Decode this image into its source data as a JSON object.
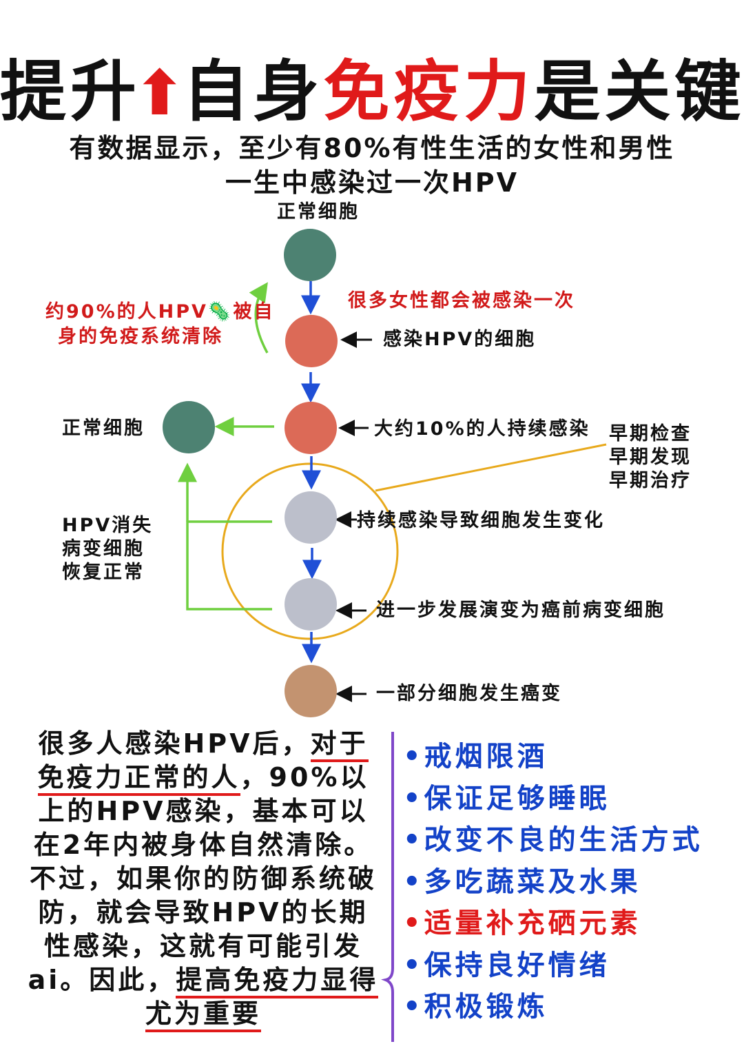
{
  "title": {
    "part1": "提升",
    "arrow": "⬆",
    "part2": "自身",
    "highlight": "免疫力",
    "part3": "是关键"
  },
  "subtitle": {
    "line1": "有数据显示，至少有80%有性生活的女性和男性",
    "line2": "一生中感染过一次HPV"
  },
  "diagram": {
    "top_label": "正常细胞",
    "infect_note": "很多女性都会被感染一次",
    "cleared_note_line1": "约90%的人HPV🦠被自",
    "cleared_note_line2": "身的免疫系统清除",
    "infected_cell_label": "感染HPV的细胞",
    "left_normal_label": "正常细胞",
    "persistent_label": "大约10%的人持续感染",
    "early_line1": "早期检查",
    "early_line2": "早期发现",
    "early_line3": "早期治疗",
    "recover_line1": "HPV消失",
    "recover_line2": "病变细胞",
    "recover_line3": "恢复正常",
    "change_label": "持续感染导致细胞发生变化",
    "precancer_label": "进一步发展演变为癌前病变细胞",
    "cancer_label": "一部分细胞发生癌变",
    "colors": {
      "normal": "#4d8272",
      "infected": "#dc6a57",
      "changed": "#bcbfcb",
      "cancer": "#c39370",
      "blue_arrow": "#1f4fd6",
      "green_arrow": "#6fcf3f",
      "orange_ring": "#e8a91c",
      "red": "#e01a1a"
    }
  },
  "paragraph": {
    "s1": "很多人感染HPV后，",
    "u1a": "对于",
    "u1b": "免疫力正常的人",
    "s2": "，90%以上的HPV感染，基本可以在2年内被身体自然清除。不过，如果你的防御系统破防，就会导致HPV的长期性感染，这就有可能引发ai。因此，",
    "u2a": "提高免",
    "u2b": "疫力显得尤为重要"
  },
  "tips": [
    {
      "text": "•戒烟限酒",
      "color": "blue"
    },
    {
      "text": "•保证足够睡眠",
      "color": "blue"
    },
    {
      "text": "•改变不良的生活方式",
      "color": "blue"
    },
    {
      "text": "•多吃蔬菜及水果",
      "color": "blue"
    },
    {
      "text": "•适量补充硒元素",
      "color": "red"
    },
    {
      "text": "•保持良好情绪",
      "color": "blue"
    },
    {
      "text": "•积极锻炼",
      "color": "blue"
    }
  ]
}
